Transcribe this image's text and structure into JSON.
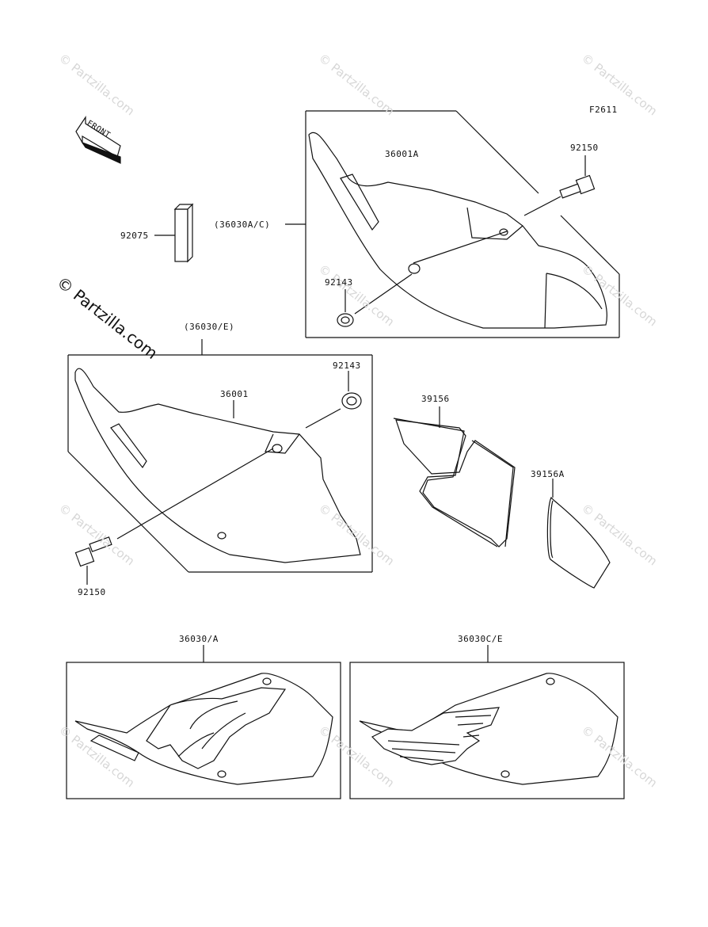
{
  "diagram": {
    "figure_code": "F2611",
    "front_arrow_label": "FRONT",
    "watermark": "© Partzilla.com",
    "parts": {
      "p36001A": "36001A",
      "p92150_top": "92150",
      "p92075": "92075",
      "p36030AC": "(36030A/C)",
      "p92143_top": "92143",
      "p36030E": "(36030/E)",
      "p92143_mid": "92143",
      "p36001": "36001",
      "p39156": "39156",
      "p39156A": "39156A",
      "p92150_bottom": "92150",
      "p36030A": "36030/A",
      "p36030CE": "36030C/E"
    }
  }
}
